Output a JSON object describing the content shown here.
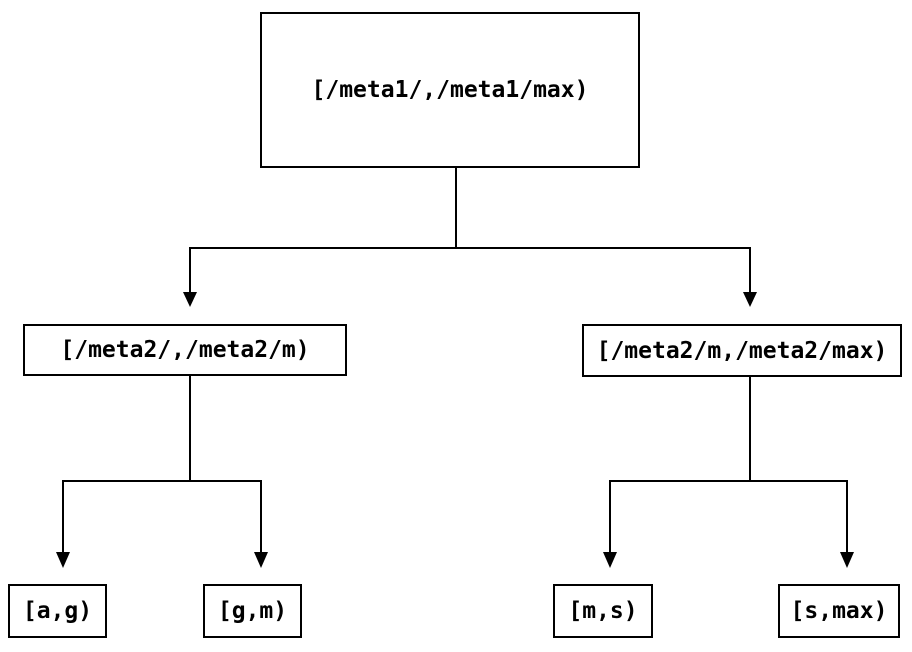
{
  "diagram": {
    "type": "tree",
    "background_color": "#ffffff",
    "line_color": "#000000",
    "box_border_color": "#000000",
    "text_color": "#000000",
    "nodes": {
      "root": {
        "label": "[/meta1/,/meta1/max)"
      },
      "left": {
        "label": "[/meta2/,/meta2/m)"
      },
      "right": {
        "label": "[/meta2/m,/meta2/max)"
      },
      "leaf_ag": {
        "label": "[a,g)"
      },
      "leaf_gm": {
        "label": "[g,m)"
      },
      "leaf_ms": {
        "label": "[m,s)"
      },
      "leaf_smax": {
        "label": "[s,max)"
      }
    },
    "edges": [
      {
        "from": "root",
        "to": "left"
      },
      {
        "from": "root",
        "to": "right"
      },
      {
        "from": "left",
        "to": "leaf_ag"
      },
      {
        "from": "left",
        "to": "leaf_gm"
      },
      {
        "from": "right",
        "to": "leaf_ms"
      },
      {
        "from": "right",
        "to": "leaf_smax"
      }
    ]
  }
}
